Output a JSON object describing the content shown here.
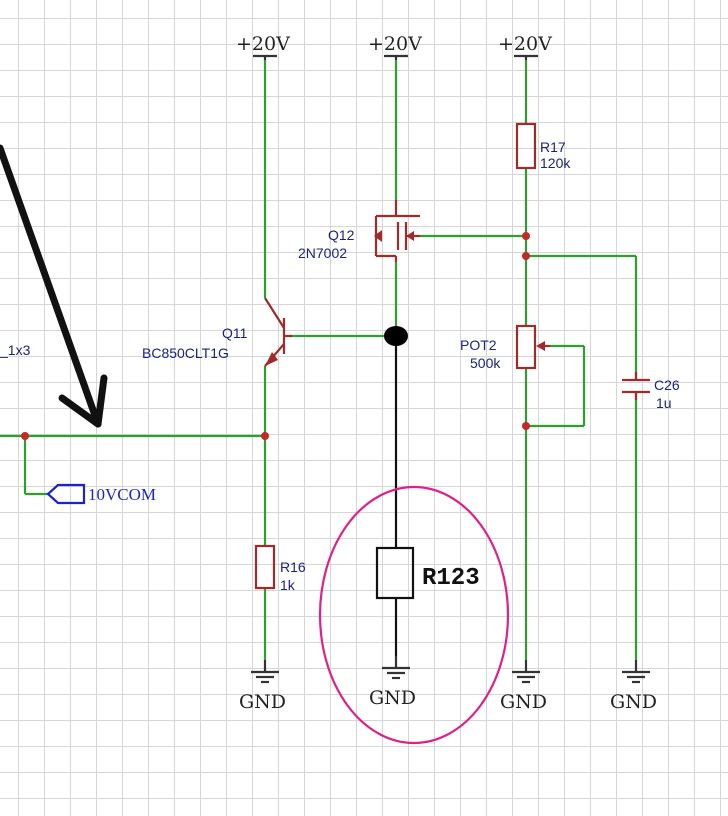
{
  "power": {
    "pwr1": "+20V",
    "pwr2": "+20V",
    "pwr3": "+20V"
  },
  "ground": {
    "gnd1": "GND",
    "gnd2": "GND",
    "gnd3": "GND",
    "gnd4": "GND"
  },
  "components": {
    "q11": {
      "ref": "Q11",
      "value": "BC850CLT1G"
    },
    "q12": {
      "ref": "Q12",
      "value": "2N7002"
    },
    "r17": {
      "ref": "R17",
      "value": "120k"
    },
    "pot2": {
      "ref": "POT2",
      "value": "500k"
    },
    "c26": {
      "ref": "C26",
      "value": "1u"
    },
    "r16": {
      "ref": "R16",
      "value": "1k"
    },
    "r123": {
      "ref": "R123"
    }
  },
  "net_label": "10VCOM",
  "partial_label": "_1x3",
  "colors": {
    "wire": "#2e9e2e",
    "added_wire": "#111111",
    "component": "#a22a2a",
    "label_text": "#1a237e",
    "net_port": "#1e23c8",
    "highlight_ellipse": "#e0208a",
    "grid": "#d6d6d6"
  }
}
